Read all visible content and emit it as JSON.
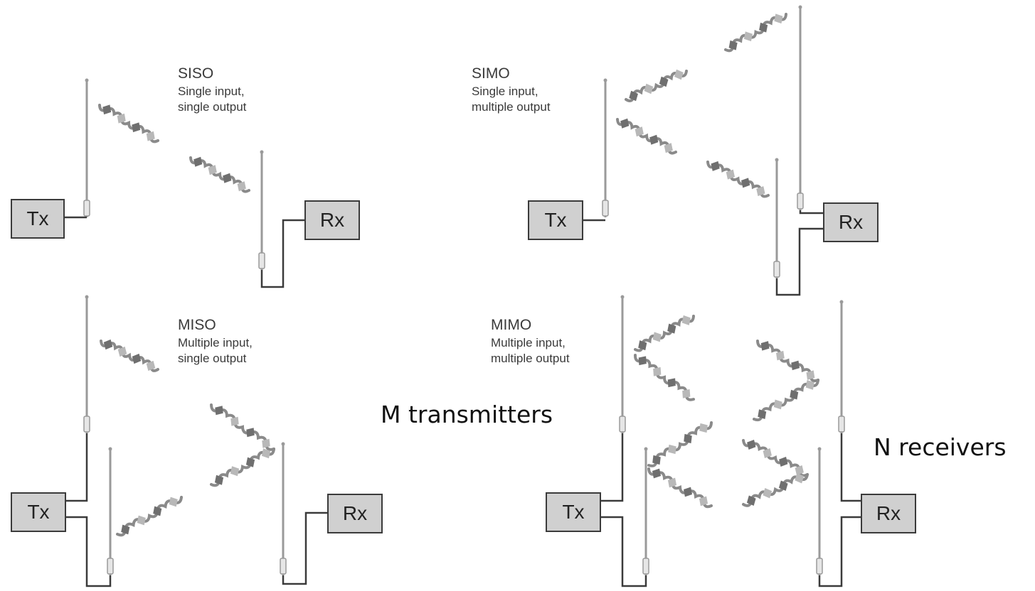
{
  "panels": {
    "siso": {
      "abbr": "SISO",
      "desc_line1": "Single input,",
      "desc_line2": "single output",
      "tx": "Tx",
      "rx": "Rx"
    },
    "simo": {
      "abbr": "SIMO",
      "desc_line1": "Single input,",
      "desc_line2": "multiple output",
      "tx": "Tx",
      "rx": "Rx"
    },
    "miso": {
      "abbr": "MISO",
      "desc_line1": "Multiple input,",
      "desc_line2": "single output",
      "tx": "Tx",
      "rx": "Rx"
    },
    "mimo": {
      "abbr": "MIMO",
      "desc_line1": "Multiple input,",
      "desc_line2": "multiple output",
      "tx": "Tx",
      "rx": "Rx"
    }
  },
  "annotations": {
    "m_transmitters": "M transmitters",
    "n_receivers": "N receivers"
  },
  "colors": {
    "box_fill": "#d0d0d0",
    "wire": "#3b3b3b",
    "antenna": "#9a9a9a",
    "wave": "#8a8a8a"
  }
}
